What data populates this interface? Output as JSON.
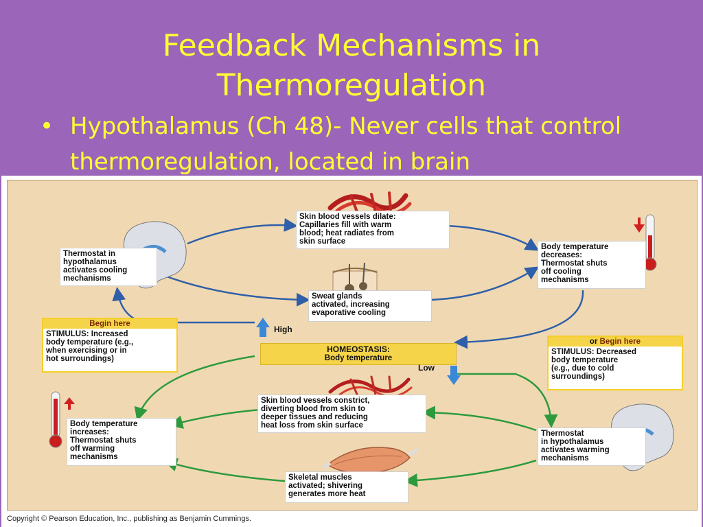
{
  "slide": {
    "title_line1": "Feedback Mechanisms in",
    "title_line2": "Thermoregulation",
    "bullet_marker": "•",
    "bullet_text": "Hypothalamus (Ch 48)- Never cells that control thermoregulation, located in brain"
  },
  "diagram": {
    "top_thermostat": "Thermostat in\nhypothalamus\nactivates cooling\nmechanisms",
    "skin_dilate": "Skin blood vessels dilate:\nCapillaries fill with warm\nblood; heat radiates from\nskin surface",
    "sweat": "Sweat glands\nactivated, increasing\nevaporative cooling",
    "body_temp_decreases": "Body temperature\ndecreases:\nThermostat shuts\noff cooling\nmechanisms",
    "begin_here": "Begin here",
    "stimulus_increase": "STIMULUS: Increased\nbody temperature (e.g.,\nwhen exercising or in\nhot surroundings)",
    "high": "High",
    "homeostasis_title": "HOMEOSTASIS:",
    "homeostasis_sub": "Body temperature",
    "low": "Low",
    "or_prefix": "or ",
    "or_begin_here": "Begin here",
    "stimulus_decrease": "STIMULUS: Decreased\nbody temperature\n(e.g., due to cold\nsurroundings)",
    "skin_constrict": "Skin blood vessels constrict,\ndiverting blood from skin to\ndeeper tissues and reducing\nheat loss from skin surface",
    "body_temp_increases": "Body temperature\nincreases:\nThermostat shuts\noff warming\nmechanisms",
    "bottom_thermostat": "Thermostat\nin hypothalamus\nactivates warming\nmechanisms",
    "muscles": "Skeletal muscles\nactivated; shivering\ngenerates more heat",
    "copyright": "Copyright © Pearson Education, Inc., publishing as Benjamin Cummings."
  },
  "colors": {
    "background": "#9b65b9",
    "title_text": "#ffff33",
    "cooling_arrow": "#2f5fa8",
    "warming_arrow": "#2e9a3e",
    "highlight": "#f5d44a"
  },
  "icons": [
    "brain-icon",
    "blood-vessels-icon",
    "sweat-gland-icon",
    "thermometer-down-icon",
    "thermometer-up-icon",
    "muscle-icon",
    "up-arrow-icon",
    "down-arrow-icon"
  ]
}
